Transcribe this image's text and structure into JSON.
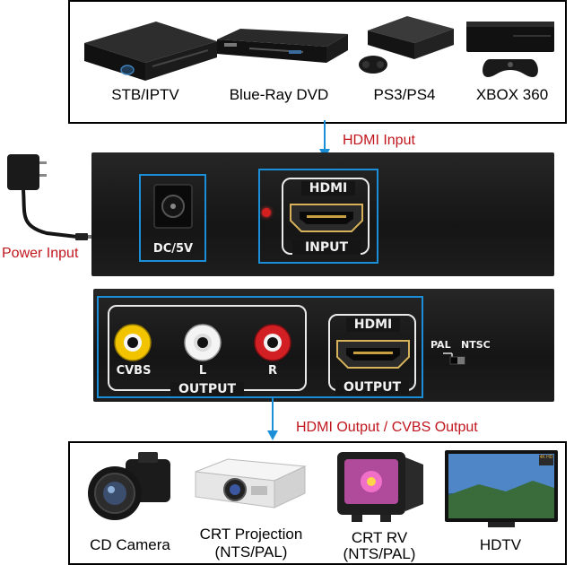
{
  "sources": {
    "items": [
      {
        "label": "STB/IPTV",
        "icon": "set-top-box-icon"
      },
      {
        "label": "Blue-Ray DVD",
        "icon": "bluray-player-icon"
      },
      {
        "label": "PS3/PS4",
        "icon": "playstation-console-icon"
      },
      {
        "label": "XBOX 360",
        "icon": "xbox-console-icon"
      }
    ]
  },
  "input_arrow_label": "HDMI Input",
  "power_label": "Power Input",
  "front_panel": {
    "dc_label": "DC/5V",
    "hdmi_logo": "HDMI",
    "hdmi_label": "INPUT"
  },
  "back_panel": {
    "cvbs_label": "CVBS",
    "l_label": "L",
    "r_label": "R",
    "rca_group_label": "OUTPUT",
    "hdmi_logo": "HDMI",
    "hdmi_label": "OUTPUT",
    "switch_pal": "PAL",
    "switch_ntsc": "NTSC"
  },
  "output_arrow_label": "HDMI Output / CVBS Output",
  "destinations": {
    "items": [
      {
        "label": "CD Camera",
        "line2": "",
        "icon": "camera-icon"
      },
      {
        "label": "CRT Projection",
        "line2": "(NTS/PAL)",
        "icon": "projector-icon"
      },
      {
        "label": "CRT RV",
        "line2": "(NTS/PAL)",
        "icon": "crt-tv-icon"
      },
      {
        "label": "HDTV",
        "line2": "",
        "icon": "hdtv-icon"
      }
    ]
  },
  "hdtv_badge": "4K HD",
  "colors": {
    "highlight": "#1a8fd8",
    "red_text": "#c0161d",
    "rca_yellow": "#f2c400",
    "rca_white": "#f4f4f4",
    "rca_red": "#d11f24"
  }
}
